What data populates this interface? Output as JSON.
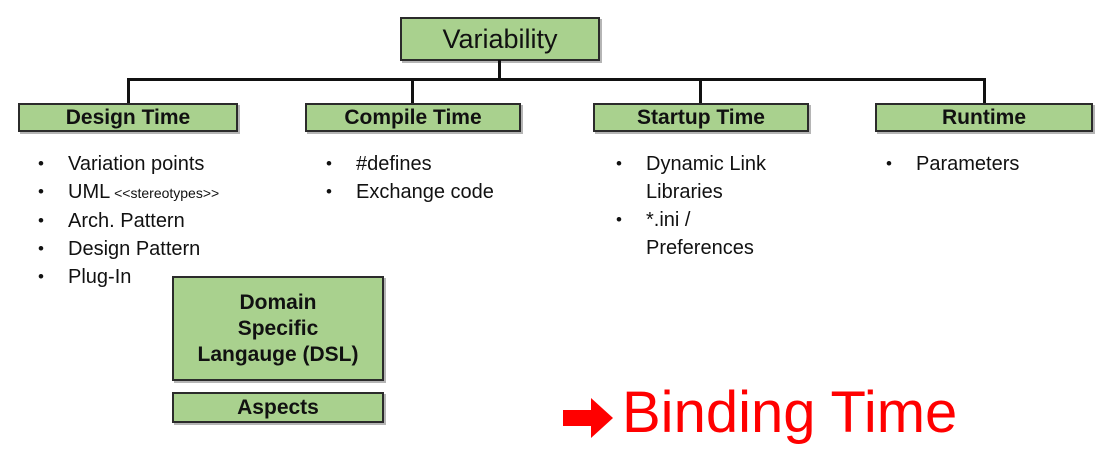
{
  "colors": {
    "box_fill": "#A9D18E",
    "box_border": "#2B2B2B",
    "box_shadow": "#B5B5B5",
    "connector": "#111111",
    "text": "#111111",
    "accent_red": "#FF0000",
    "background": "#FFFFFF"
  },
  "root_box": {
    "label": "Variability"
  },
  "columns": [
    {
      "header": "Design Time",
      "items": [
        "Variation points",
        {
          "text": "UML",
          "small": "<<stereotypes>>"
        },
        "Arch. Pattern",
        "Design Pattern",
        "Plug-In"
      ]
    },
    {
      "header": "Compile Time",
      "items": [
        "#defines",
        "Exchange code"
      ]
    },
    {
      "header": "Startup Time",
      "items": [
        "Dynamic Link Libraries",
        "*.ini / Preferences"
      ]
    },
    {
      "header": "Runtime",
      "items": [
        "Parameters"
      ]
    }
  ],
  "design_time_extras": {
    "dsl_box": "Domain\nSpecific\nLangauge (DSL)",
    "aspects_box": "Aspects"
  },
  "annotation": {
    "arrow_icon": "➔",
    "label": "Binding Time"
  }
}
